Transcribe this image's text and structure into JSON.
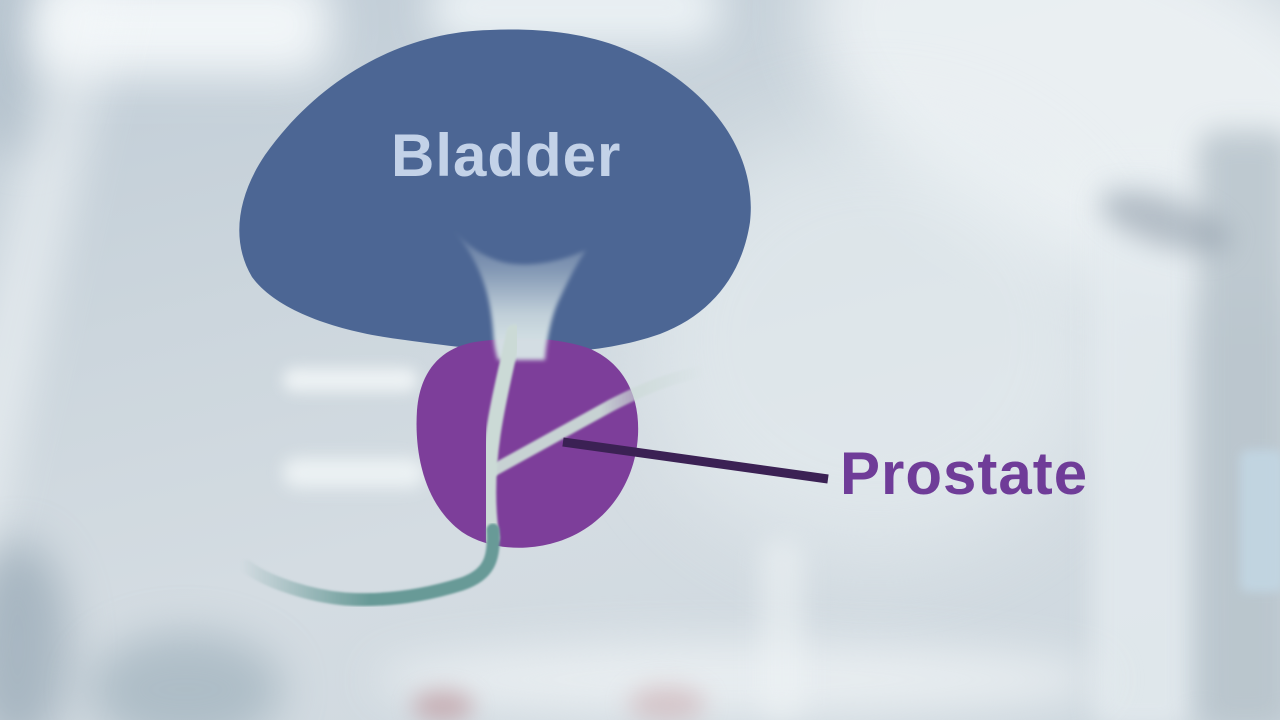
{
  "diagram": {
    "title_context": "anatomy-illustration",
    "labels": {
      "bladder": "Bladder",
      "prostate": "Prostate"
    }
  },
  "colors": {
    "bladder_fill": "#4c6694",
    "bladder_text": "#c3d2e8",
    "prostate_fill": "#7d3e9a",
    "prostate_text": "#6f3c98",
    "pointer_line": "#3b2154",
    "urethra_tube": "#689a97",
    "urethra_inner": "#cbdad6",
    "bladder_neck": "#d5e2e5",
    "background_base": "#ccd5dc"
  }
}
